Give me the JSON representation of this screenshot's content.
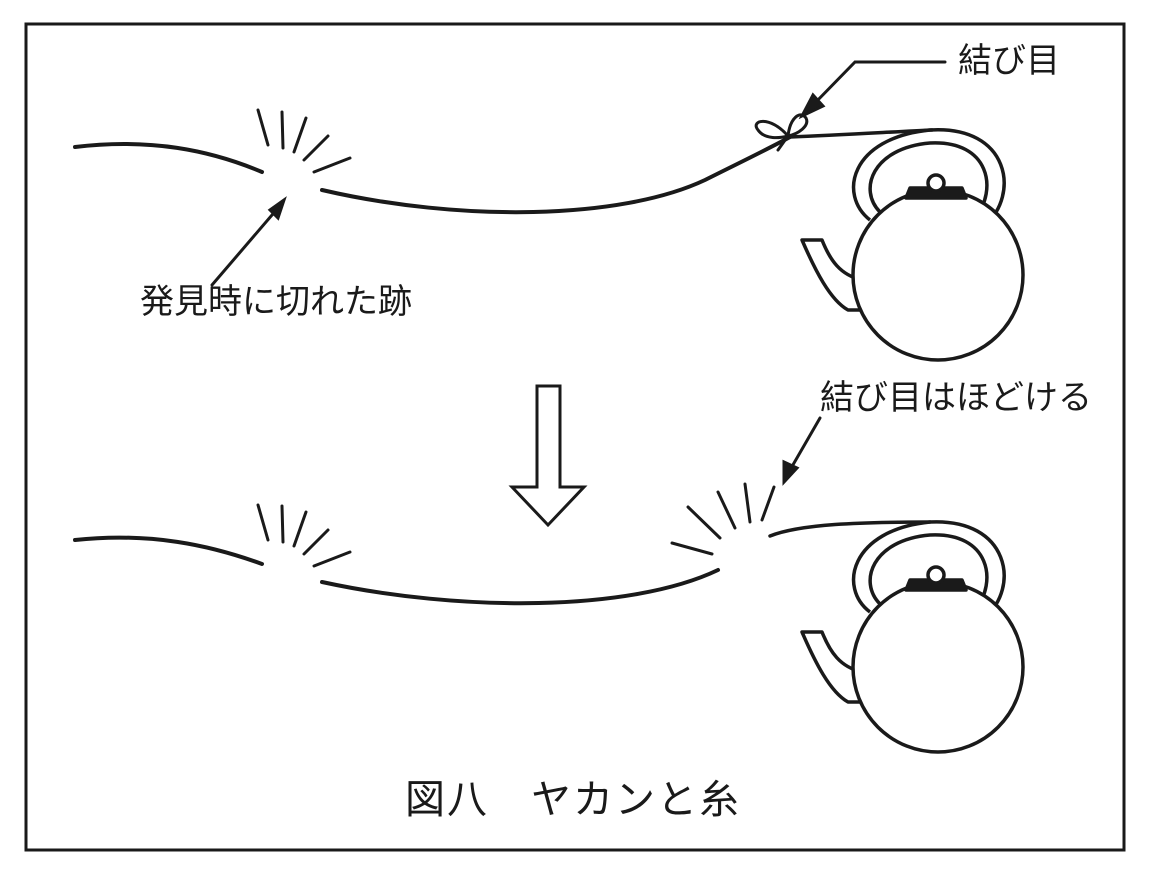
{
  "labels": {
    "knot_top": "結び目",
    "cut_mark": "発見時に切れた跡",
    "knot_untie": "結び目はほどける"
  },
  "caption": "図八　ヤカンと糸",
  "colors": {
    "ink": "#1a1a1a",
    "background": "#ffffff"
  },
  "icons": {
    "kettle": "kettle-icon",
    "down_arrow": "down-arrow-icon"
  }
}
